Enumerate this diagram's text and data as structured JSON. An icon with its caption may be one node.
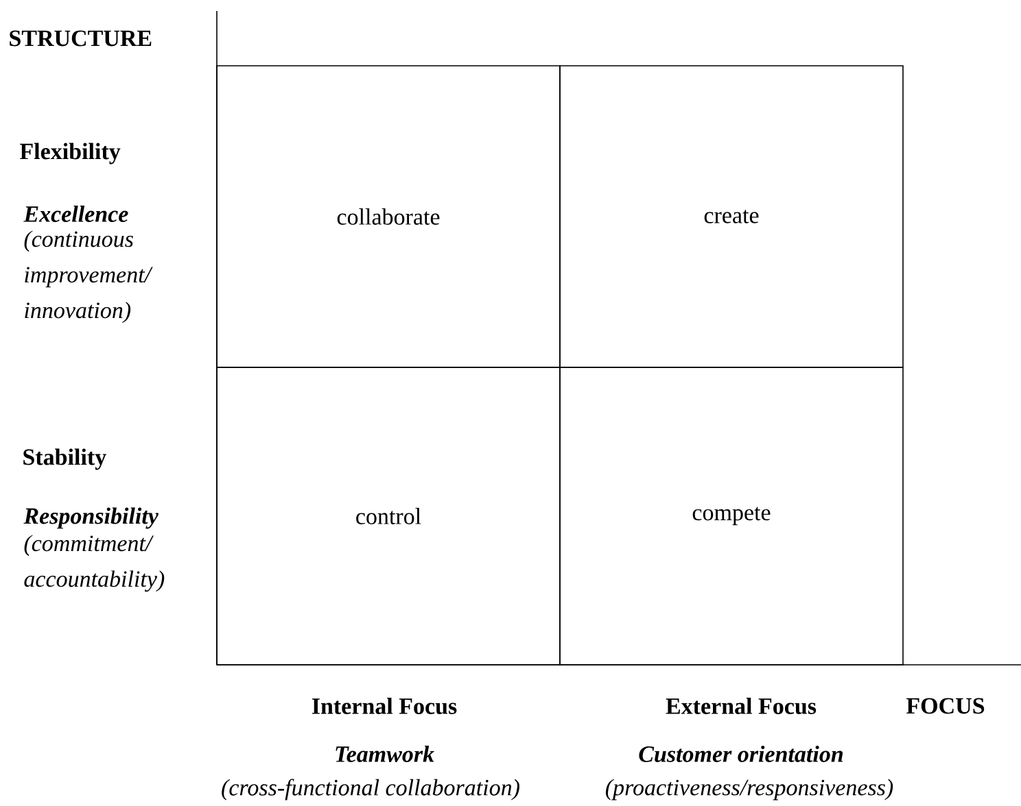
{
  "diagram": {
    "nodes": [
      {
        "text": [
          "collaborate"
        ]
      },
      {
        "text": [
          "create"
        ]
      },
      {
        "text": [
          "control"
        ]
      },
      {
        "text": [
          "compete"
        ]
      }
    ],
    "labels": [
      "STRUCTURE",
      "Flexibility",
      "Excellence",
      "(continuous improvement/ innovation)",
      "Stability",
      "Responsibility",
      "(commitment/ accountability)",
      "Internal Focus",
      "External Focus",
      "FOCUS",
      "Teamwork",
      "Customer orientation",
      "(cross-functional collaboration)",
      "(proactiveness/responsiveness)"
    ]
  }
}
